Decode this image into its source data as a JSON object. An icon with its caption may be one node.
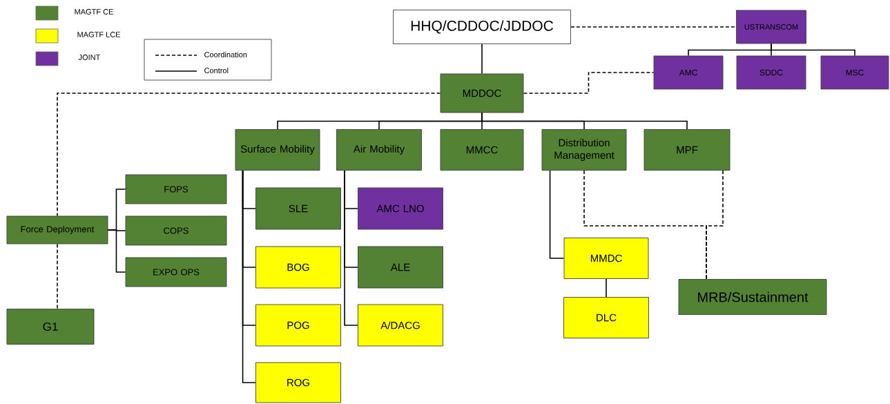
{
  "diagram": {
    "nodes": [
      {
        "text": [
          "HHQ/CDDOC/JDDOC"
        ]
      },
      {
        "text": [
          "USTRANSCOM"
        ]
      },
      {
        "text": [
          "AMC"
        ]
      },
      {
        "text": [
          "SDDC"
        ]
      },
      {
        "text": [
          "MSC"
        ]
      },
      {
        "text": [
          "MDDOC"
        ]
      },
      {
        "text": [
          "Surface Mobility"
        ]
      },
      {
        "text": [
          "Air Mobility"
        ]
      },
      {
        "text": [
          "MMCC"
        ]
      },
      {
        "text": [
          "Distribution Management"
        ]
      },
      {
        "text": [
          "MPF"
        ]
      },
      {
        "text": [
          "Force Deployment"
        ]
      },
      {
        "text": [
          "FOPS"
        ]
      },
      {
        "text": [
          "COPS"
        ]
      },
      {
        "text": [
          "EXPO OPS"
        ]
      },
      {
        "text": [
          "G1"
        ]
      },
      {
        "text": [
          "SLE"
        ]
      },
      {
        "text": [
          "BOG"
        ]
      },
      {
        "text": [
          "POG"
        ]
      },
      {
        "text": [
          "ROG"
        ]
      },
      {
        "text": [
          "AMC LNO"
        ]
      },
      {
        "text": [
          "ALE"
        ]
      },
      {
        "text": [
          "A/DACG"
        ]
      },
      {
        "text": [
          "MMDC"
        ]
      },
      {
        "text": [
          "DLC"
        ]
      },
      {
        "text": [
          "MRB/Sustainment"
        ]
      }
    ],
    "edges": [
      {
        "from": 0,
        "to": 5,
        "arrow": "none"
      },
      {
        "from": 0,
        "to": 1,
        "arrow": "none",
        "style": "dashed"
      },
      {
        "from": 1,
        "to": 2,
        "arrow": "none"
      },
      {
        "from": 1,
        "to": 3,
        "arrow": "none"
      },
      {
        "from": 1,
        "to": 4,
        "arrow": "none"
      },
      {
        "from": 5,
        "to": 2,
        "arrow": "none",
        "style": "dashed"
      },
      {
        "from": 5,
        "to": 11,
        "arrow": "none",
        "style": "dashed"
      },
      {
        "from": 5,
        "to": 6,
        "arrow": "none"
      },
      {
        "from": 5,
        "to": 7,
        "arrow": "none"
      },
      {
        "from": 5,
        "to": 8,
        "arrow": "none"
      },
      {
        "from": 5,
        "to": 9,
        "arrow": "none"
      },
      {
        "from": 5,
        "to": 10,
        "arrow": "none"
      },
      {
        "from": 11,
        "to": 12,
        "arrow": "none"
      },
      {
        "from": 11,
        "to": 13,
        "arrow": "none"
      },
      {
        "from": 11,
        "to": 14,
        "arrow": "none"
      },
      {
        "from": 11,
        "to": 15,
        "arrow": "none",
        "style": "dashed"
      },
      {
        "from": 6,
        "to": 16,
        "arrow": "none"
      },
      {
        "from": 6,
        "to": 17,
        "arrow": "none"
      },
      {
        "from": 6,
        "to": 18,
        "arrow": "none"
      },
      {
        "from": 6,
        "to": 19,
        "arrow": "none"
      },
      {
        "from": 7,
        "to": 20,
        "arrow": "none"
      },
      {
        "from": 7,
        "to": 21,
        "arrow": "none"
      },
      {
        "from": 7,
        "to": 22,
        "arrow": "none"
      },
      {
        "from": 9,
        "to": 23,
        "arrow": "none"
      },
      {
        "from": 23,
        "to": 24,
        "arrow": "none"
      },
      {
        "from": 9,
        "to": 25,
        "arrow": "none",
        "style": "dashed"
      },
      {
        "from": 10,
        "to": 25,
        "arrow": "none",
        "style": "dashed"
      }
    ],
    "legend": [
      {
        "text": "MAGTF CE",
        "color": "#548235"
      },
      {
        "text": "MAGTF LCE",
        "color": "#ffff00"
      },
      {
        "text": "JOINT",
        "color": "#7030a0"
      },
      {
        "text": "Coordination"
      },
      {
        "text": "Control"
      }
    ]
  }
}
